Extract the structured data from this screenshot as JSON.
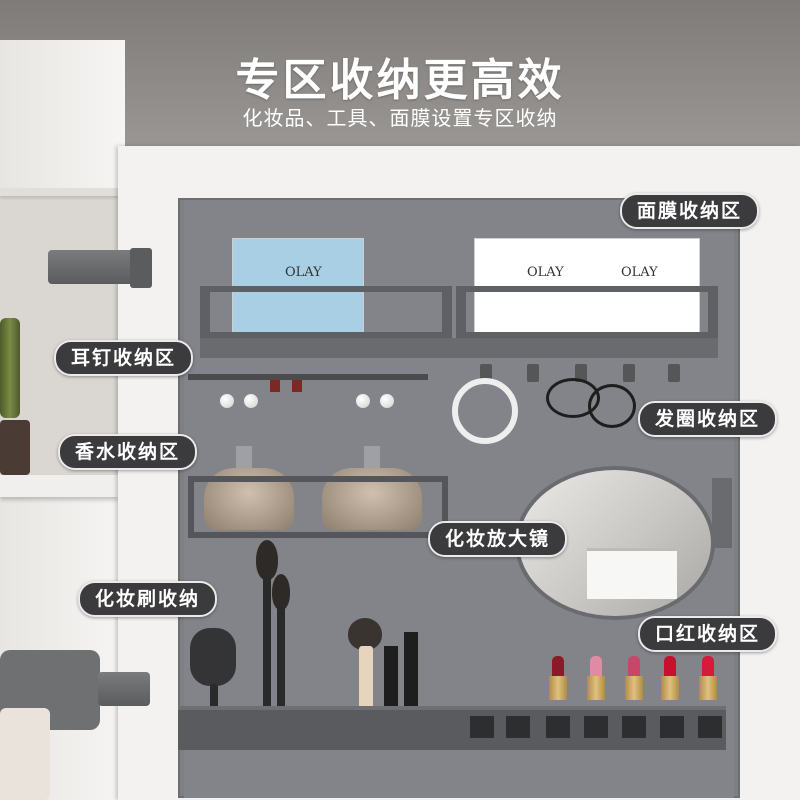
{
  "headline": "专区收纳更高效",
  "subline": "化妆品、工具、面膜设置专区收纳",
  "labels": {
    "mask": "面膜收纳区",
    "earring": "耳钉收纳区",
    "hair_tie": "发圈收纳区",
    "perfume": "香水收纳区",
    "magnifier": "化妆放大镜",
    "brush": "化妆刷收纳",
    "lipstick": "口红收纳区"
  },
  "mask_brand": "OLAY",
  "colors": {
    "panel": "#7e7f82",
    "tag_bg": "#3b3a3c",
    "text": "#ffffff"
  },
  "lipstick_colors": [
    "#8a1a2a",
    "#e08aa6",
    "#c8466a",
    "#c8102e",
    "#d51a3a"
  ]
}
